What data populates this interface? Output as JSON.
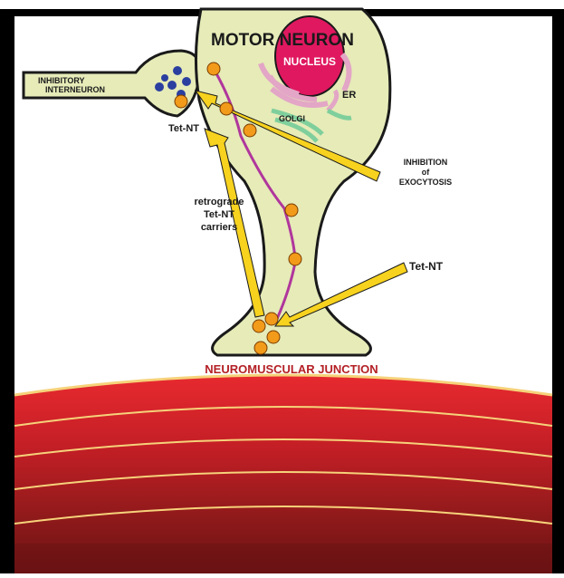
{
  "labels": {
    "motor_neuron": "MOTOR NEURON",
    "nucleus": "NUCLEUS",
    "er": "ER",
    "golgi": "GOLGI",
    "inhibitory_line1": "INHIBITORY",
    "inhibitory_line2": "INTERNEURON",
    "tet_nt_top": "Tet-NT",
    "inhibition_line1": "INHIBITION",
    "inhibition_line2": "of",
    "inhibition_line3": "EXOCYTOSIS",
    "retrograde_line1": "retrograde",
    "retrograde_line2": "Tet-NT",
    "retrograde_line3": "carriers",
    "tet_nt_right": "Tet-NT",
    "junction": "NEUROMUSCULAR JUNCTION"
  },
  "colors": {
    "cell_fill": "#e6ebb8",
    "outline": "#1a1a1a",
    "nucleus": "#e0185f",
    "er": "#e3a6c6",
    "golgi": "#7fcf9c",
    "axon_line": "#b0369c",
    "arrow": "#f7d21e",
    "vesicle": "#f29a1a",
    "neurotransmitter": "#2b3fa0",
    "junction_text": "#b32025",
    "muscle_light": "#e4262e",
    "muscle_dark": "#6a1214",
    "band_line": "#f6d27a",
    "frame": "#000000"
  }
}
